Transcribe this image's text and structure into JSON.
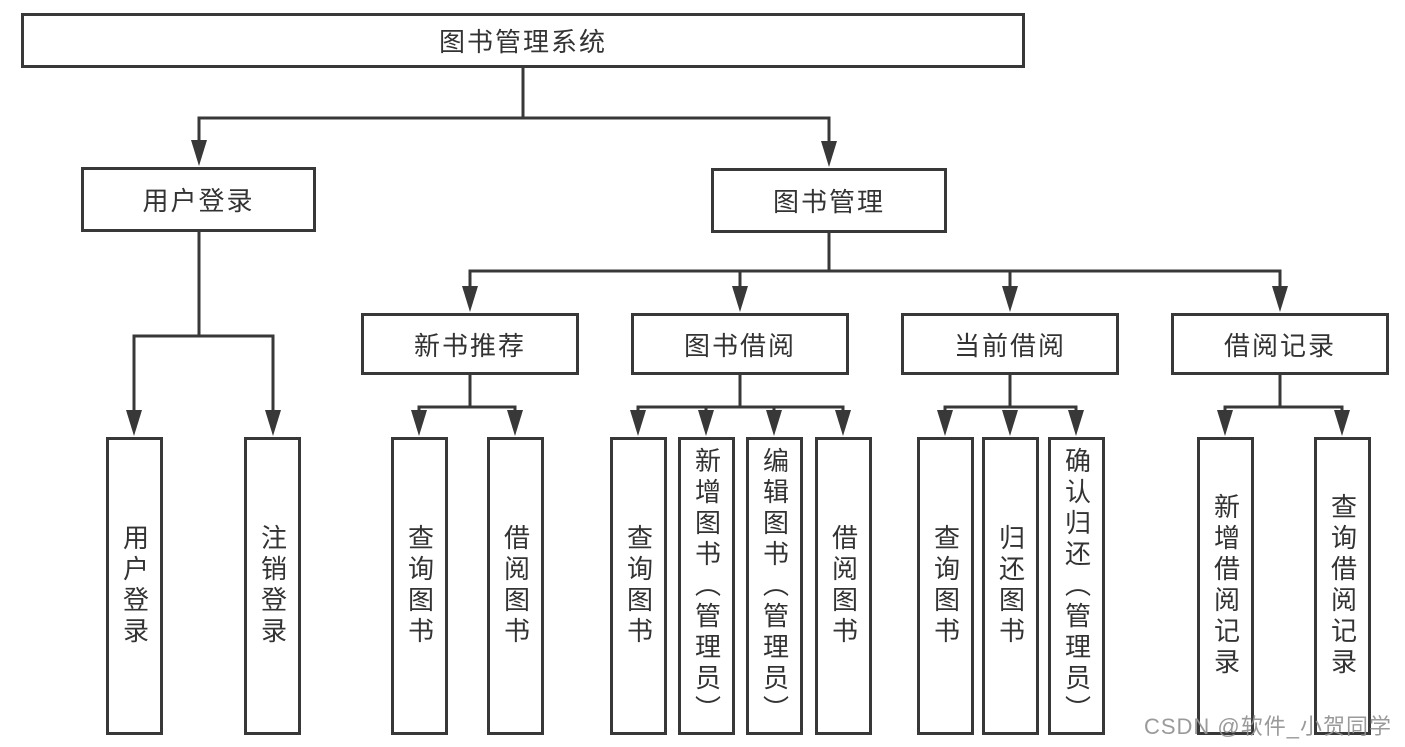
{
  "diagram": {
    "root": {
      "label": "图书管理系统"
    },
    "branches": [
      {
        "label": "用户登录",
        "children": [
          {
            "label": "用户登录"
          },
          {
            "label": "注销登录"
          }
        ]
      },
      {
        "label": "图书管理",
        "children": [
          {
            "label": "新书推荐",
            "children": [
              {
                "label": "查询图书"
              },
              {
                "label": "借阅图书"
              }
            ]
          },
          {
            "label": "图书借阅",
            "children": [
              {
                "label": "查询图书"
              },
              {
                "label": "新增图书（管理员）"
              },
              {
                "label": "编辑图书（管理员）"
              },
              {
                "label": "借阅图书"
              }
            ]
          },
          {
            "label": "当前借阅",
            "children": [
              {
                "label": "查询图书"
              },
              {
                "label": "归还图书"
              },
              {
                "label": "确认归还（管理员）"
              }
            ]
          },
          {
            "label": "借阅记录",
            "children": [
              {
                "label": "新增借阅记录"
              },
              {
                "label": "查询借阅记录"
              }
            ]
          }
        ]
      }
    ]
  },
  "watermark": {
    "text": "CSDN @软件_小贺同学"
  },
  "colors": {
    "line": "#383838",
    "box_border": "#383838",
    "text": "#333333",
    "watermark": "#919191",
    "background": "#ffffff"
  }
}
